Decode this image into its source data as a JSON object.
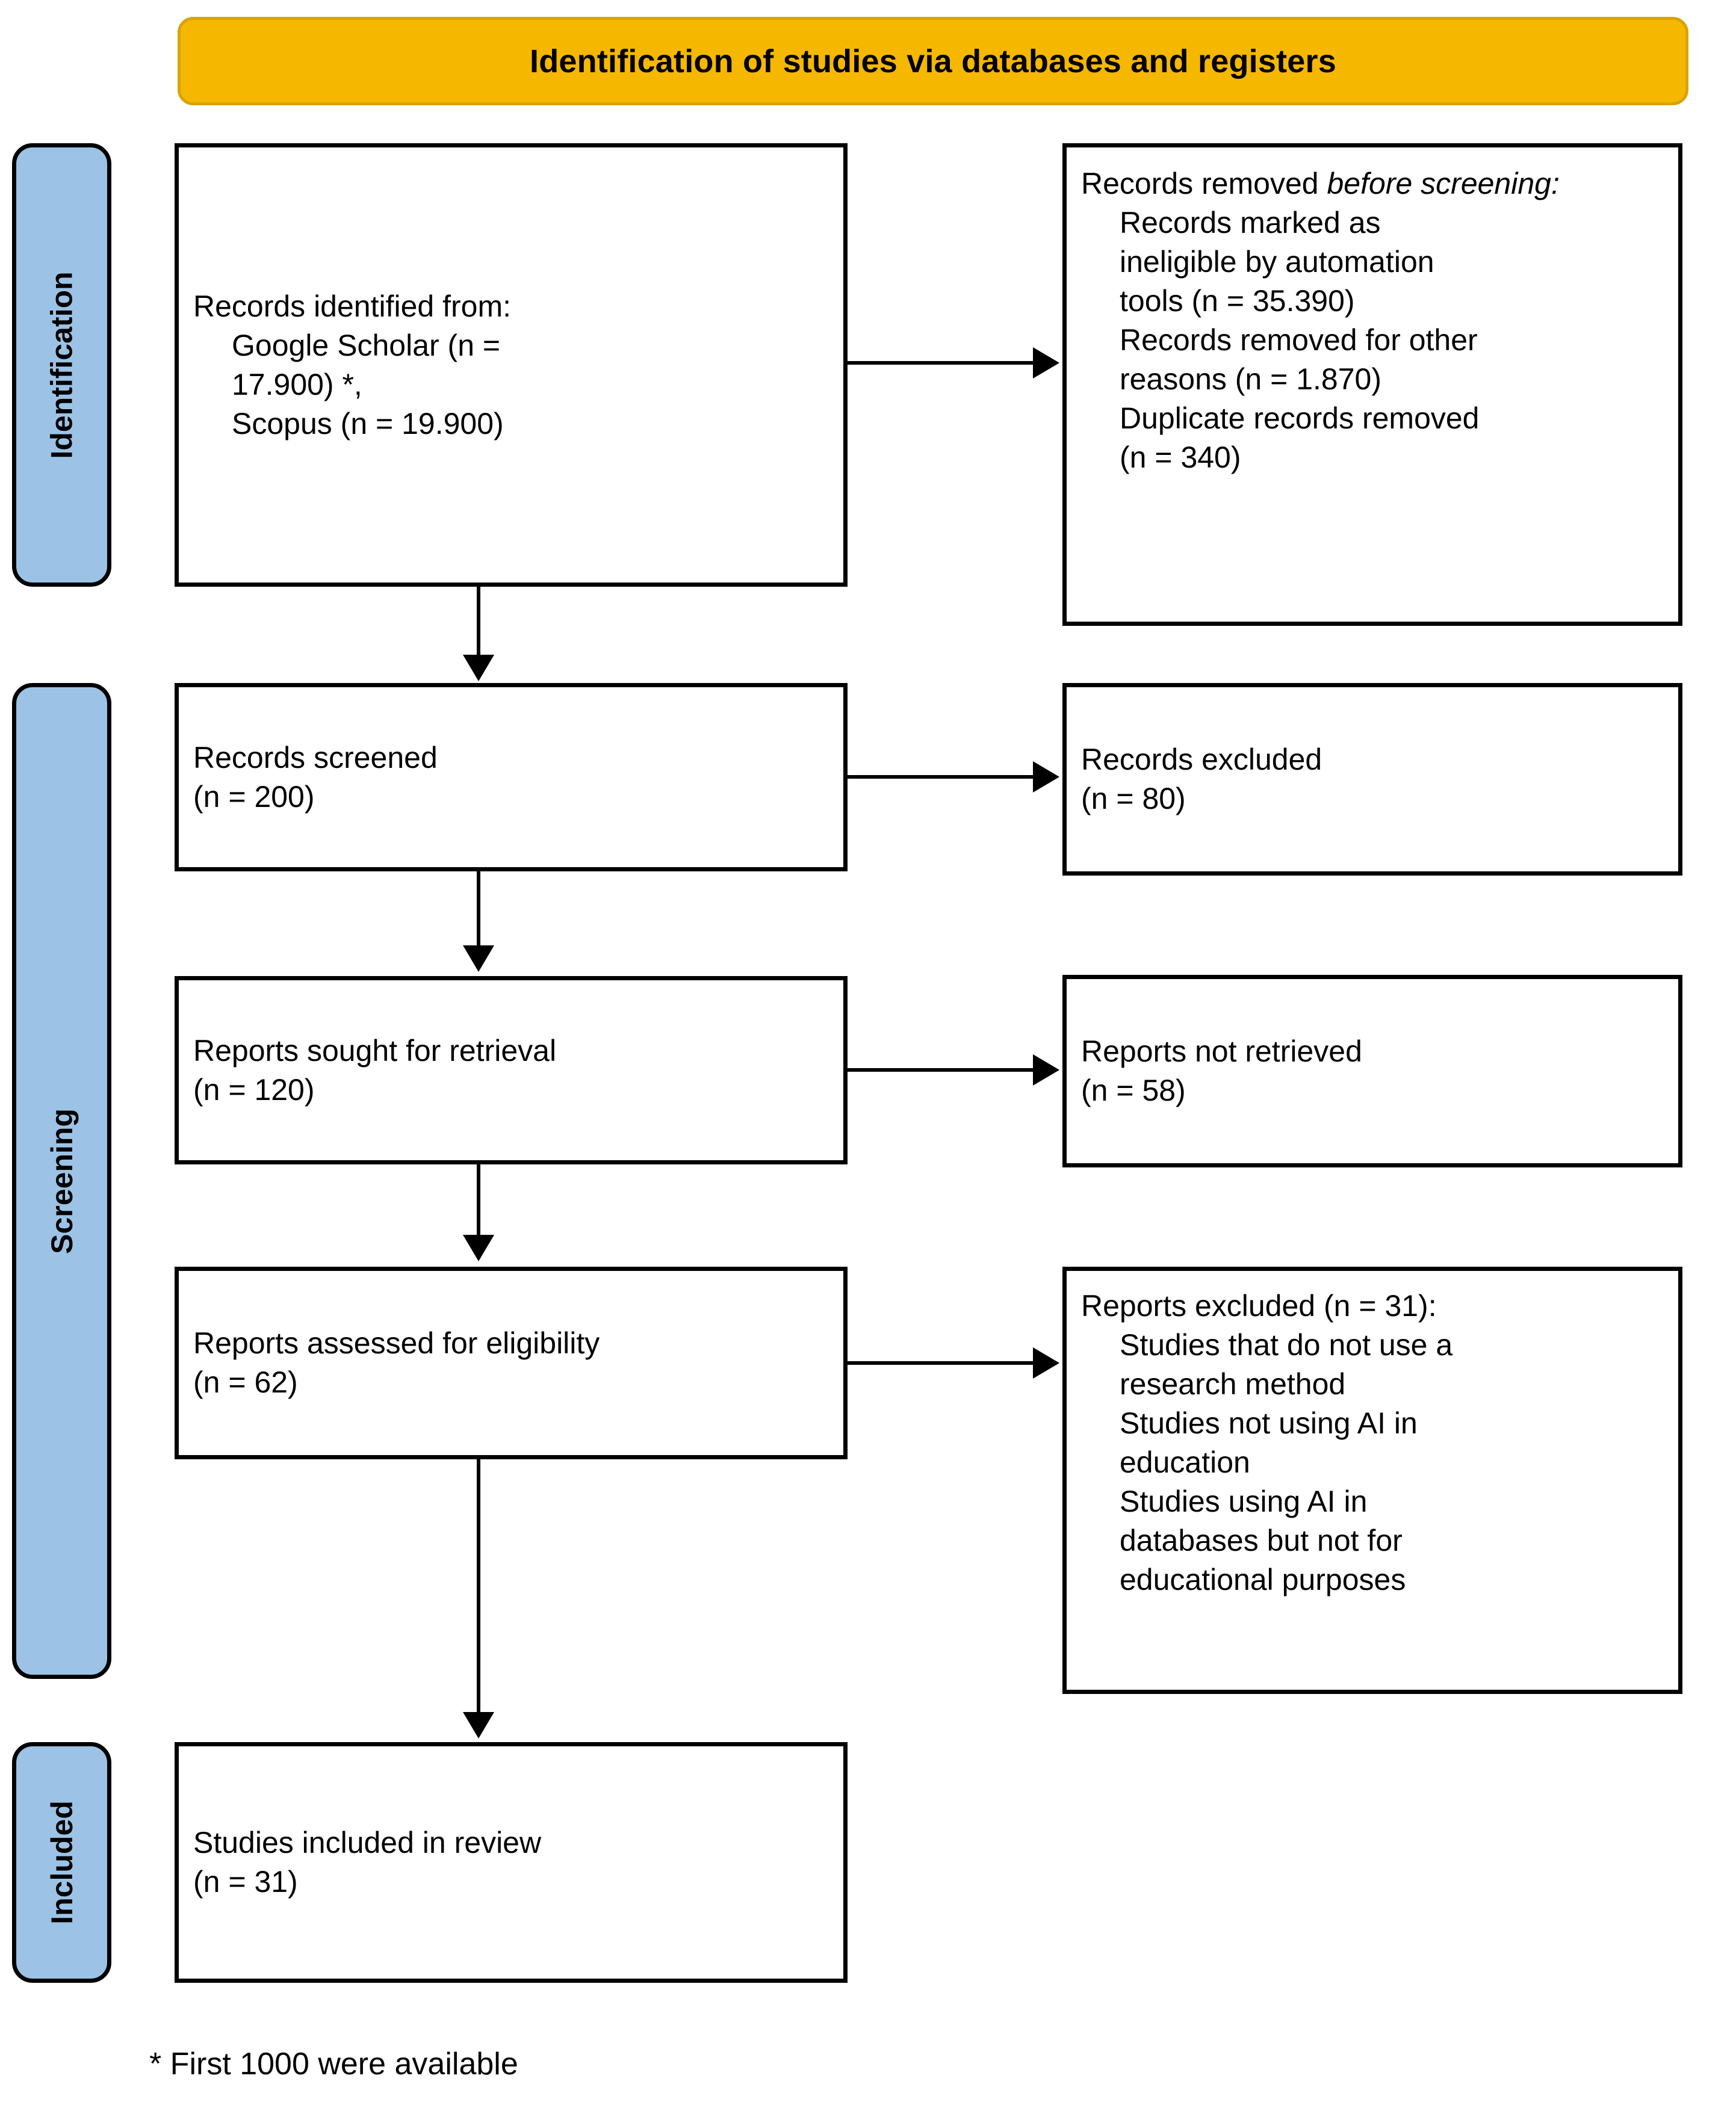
{
  "diagram": {
    "title": "Identification of studies via databases and registers",
    "colors": {
      "banner_fill": "#F5B700",
      "banner_border": "#D9A400",
      "stage_fill": "#9CC3E5",
      "box_border": "#000000",
      "box_fill": "#FFFFFF",
      "text": "#000000"
    }
  },
  "stages": [
    {
      "label": "Identification"
    },
    {
      "label": "Screening"
    },
    {
      "label": "Included"
    }
  ],
  "boxes": {
    "records_identified": {
      "lines": [
        "Records identified from:",
        "Google Scholar (n =",
        "17.900) *,",
        "Scopus (n = 19.900)"
      ]
    },
    "records_removed": {
      "heading_prefix": "Records removed ",
      "heading_italic": "before screening",
      "heading_suffix": ":",
      "lines": [
        "Records marked as",
        "ineligible by automation",
        "tools (n = 35.390)",
        "Records removed for other",
        "reasons (n = 1.870)",
        "Duplicate records removed",
        "(n = 340)"
      ]
    },
    "records_screened": {
      "lines": [
        "Records screened",
        "(n = 200)"
      ]
    },
    "records_excluded": {
      "lines": [
        "Records excluded",
        "(n = 80)"
      ]
    },
    "reports_sought": {
      "lines": [
        "Reports sought for retrieval",
        "(n = 120)"
      ]
    },
    "reports_not_retrieved": {
      "lines": [
        "Reports not retrieved",
        "(n = 58)"
      ]
    },
    "reports_assessed": {
      "lines": [
        "Reports assessed for eligibility",
        "(n = 62)"
      ]
    },
    "reports_excluded": {
      "heading": "Reports excluded (n = 31):",
      "lines": [
        "Studies that do not use a",
        "research method",
        "Studies not using AI in",
        "education",
        "Studies using AI in",
        "databases but not for",
        "educational purposes"
      ]
    },
    "studies_included": {
      "lines": [
        "Studies included in review",
        "(n = 31)"
      ]
    }
  },
  "footnote": "* First 1000 were available"
}
